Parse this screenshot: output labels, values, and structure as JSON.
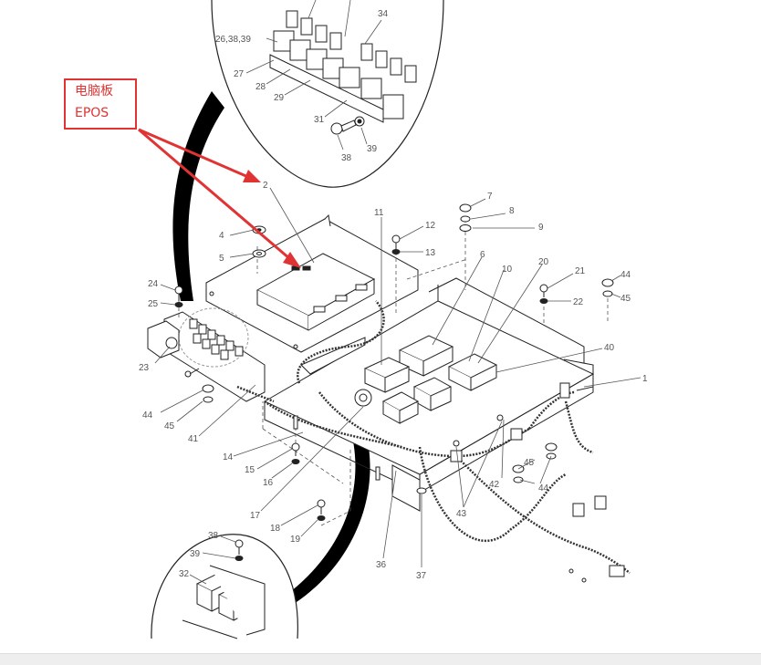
{
  "annotation": {
    "line1": "电脑板",
    "line2": "EPOS",
    "color": "#e03434"
  },
  "labels": {
    "l1": "1",
    "l2": "2",
    "l4": "4",
    "l5": "5",
    "l6": "6",
    "l7": "7",
    "l8": "8",
    "l9": "9",
    "l10": "10",
    "l11": "11",
    "l12": "12",
    "l13": "13",
    "l14": "14",
    "l15": "15",
    "l16": "16",
    "l17": "17",
    "l18": "18",
    "l19": "19",
    "l20": "20",
    "l21": "21",
    "l22": "22",
    "l23": "23",
    "l24": "24",
    "l25": "25",
    "l26": "26,38,39",
    "l27": "27",
    "l28": "28",
    "l29": "29",
    "l31": "31",
    "l32": "32",
    "l34": "34",
    "l36": "36",
    "l37": "37",
    "l38a": "38",
    "l38b": "38",
    "l39a": "39",
    "l39b": "39",
    "l40": "40",
    "l41": "41",
    "l42": "42",
    "l43": "43",
    "l44a": "44",
    "l44b": "44",
    "l44c": "44",
    "l45a": "45",
    "l45b": "45",
    "l45c": "45"
  }
}
